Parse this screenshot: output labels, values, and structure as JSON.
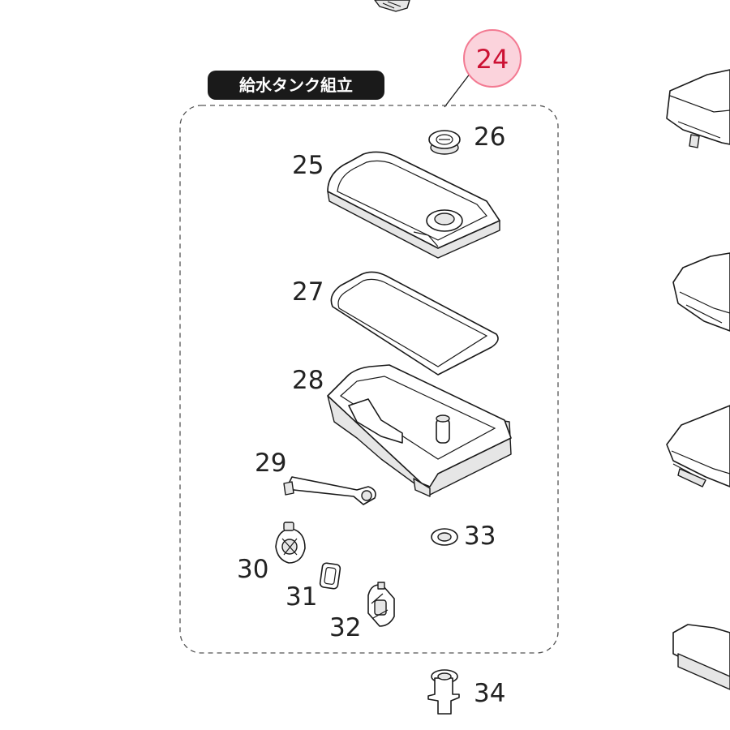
{
  "diagram": {
    "group_title": "給水タンク組立",
    "group_number": "24",
    "badge_color": "#f37a92",
    "badge_text_color": "#cc1133",
    "part_numbers": {
      "p25": "25",
      "p26": "26",
      "p27": "27",
      "p28": "28",
      "p29": "29",
      "p30": "30",
      "p31": "31",
      "p32": "32",
      "p33": "33",
      "p34": "34"
    }
  }
}
